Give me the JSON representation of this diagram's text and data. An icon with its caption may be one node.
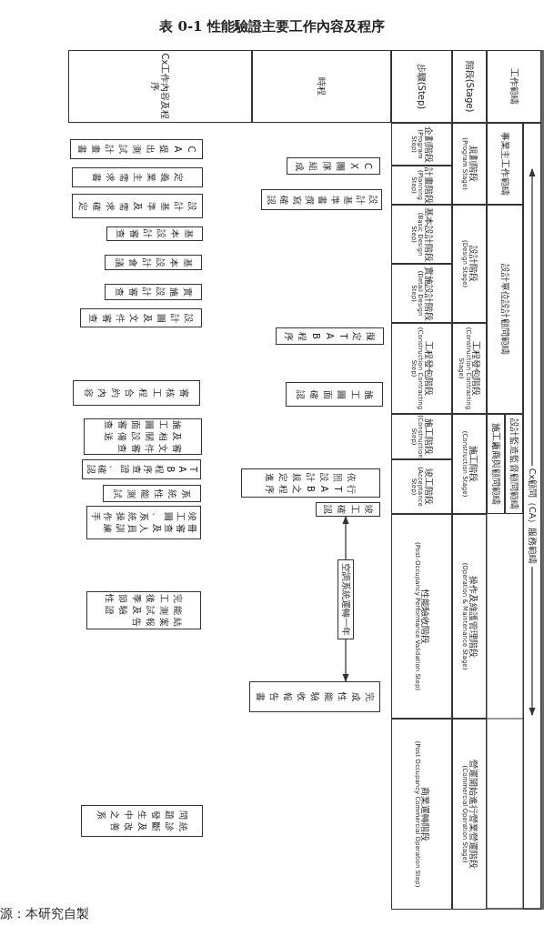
{
  "diagram": {
    "title": "表 0-1 性能驗證主要工作內容及程序",
    "caption": "源：本研究自製",
    "nodes": [
      {
        "text": [
          "工作範疇"
        ]
      },
      {
        "text": [
          "階段(Stage)"
        ]
      },
      {
        "text": [
          "步驟(Step)"
        ]
      },
      {
        "text": [
          "時程"
        ]
      },
      {
        "text": [
          "Cx工作內容及程序"
        ]
      },
      {
        "text": [
          "Cx顧問（CA）服務範疇"
        ]
      },
      {
        "text": [
          "事業主工作範疇"
        ]
      },
      {
        "text": [
          "設計單位設計顧問範疇"
        ]
      },
      {
        "text": [
          "設計監造監督顧問範疇"
        ]
      },
      {
        "text": [
          "施工廠商與顧問範疇"
        ]
      },
      {
        "text": [
          "規劃階段",
          "(Program Stage)"
        ]
      },
      {
        "text": [
          "設計階段",
          "(Design Stage)"
        ]
      },
      {
        "text": [
          "工程發包階段",
          "(Construction Contracting Stage)"
        ]
      },
      {
        "text": [
          "施工階段",
          "(Construction Stage)"
        ]
      },
      {
        "text": [
          "操作及維護管理階段",
          "(Operation & Maintenance Stage)"
        ]
      },
      {
        "text": [
          "營運開始進行營業營運階段",
          "(Commercial Operation Stage)"
        ]
      },
      {
        "text": [
          "企劃階段",
          "(Program Step)"
        ]
      },
      {
        "text": [
          "計畫階段",
          "(Planning Step)"
        ]
      },
      {
        "text": [
          "基本設計階段",
          "(Basic Design Step)"
        ]
      },
      {
        "text": [
          "實施設計階段",
          "(Detail Design Step)"
        ]
      },
      {
        "text": [
          "工程發包階段",
          "(Construction Contracting Step)"
        ]
      },
      {
        "text": [
          "施工階段",
          "(Construction Step)"
        ]
      },
      {
        "text": [
          "竣工階段",
          "(Acceptance Step)"
        ]
      },
      {
        "text": [
          "性能驗收階段",
          "(Post-Occupancy Performance Validation Step)"
        ]
      },
      {
        "text": [
          "商業運轉階段",
          "(Post Occupancy Commercial Operation Step)"
        ]
      },
      {
        "text": [
          "CX團隊組成"
        ]
      },
      {
        "text": [
          "設計基準書撰寫確認"
        ]
      },
      {
        "text": [
          "擬定TAB程序"
        ]
      },
      {
        "text": [
          "施工圖面確認"
        ]
      },
      {
        "text": [
          "依照設計規定進行TAB之程序"
        ]
      },
      {
        "text": [
          "竣工確認"
        ]
      },
      {
        "text": [
          "完成性能驗收報告書"
        ]
      },
      {
        "text": [
          "CA提出測試計畫書"
        ]
      },
      {
        "text": [
          "定義業主需求書"
        ]
      },
      {
        "text": [
          "設計基準及需求確定"
        ]
      },
      {
        "text": [
          "基本設計審查"
        ]
      },
      {
        "text": [
          "基本設計會議"
        ]
      },
      {
        "text": [
          "實施設計審查"
        ]
      },
      {
        "text": [
          "設計圖及文件審查"
        ]
      },
      {
        "text": [
          "審核工程合約內容"
        ]
      },
      {
        "text": [
          "施工圖面審查及相關設備送審文件審查"
        ]
      },
      {
        "text": [
          "TAB程序查證、確認"
        ]
      },
      {
        "text": [
          "系統性能測試"
        ]
      },
      {
        "text": [
          "竣工圖、系統操作手冊審查及人員訓練"
        ]
      },
      {
        "text": [
          "完工後季節性能測試及驗證結案報告"
        ]
      },
      {
        "text": [
          "問題發生中之系統診斷及改善"
        ]
      }
    ],
    "edges": [
      {
        "from": 30,
        "to": 31,
        "arrow": "both",
        "label": "空調系統運轉一年"
      }
    ]
  }
}
